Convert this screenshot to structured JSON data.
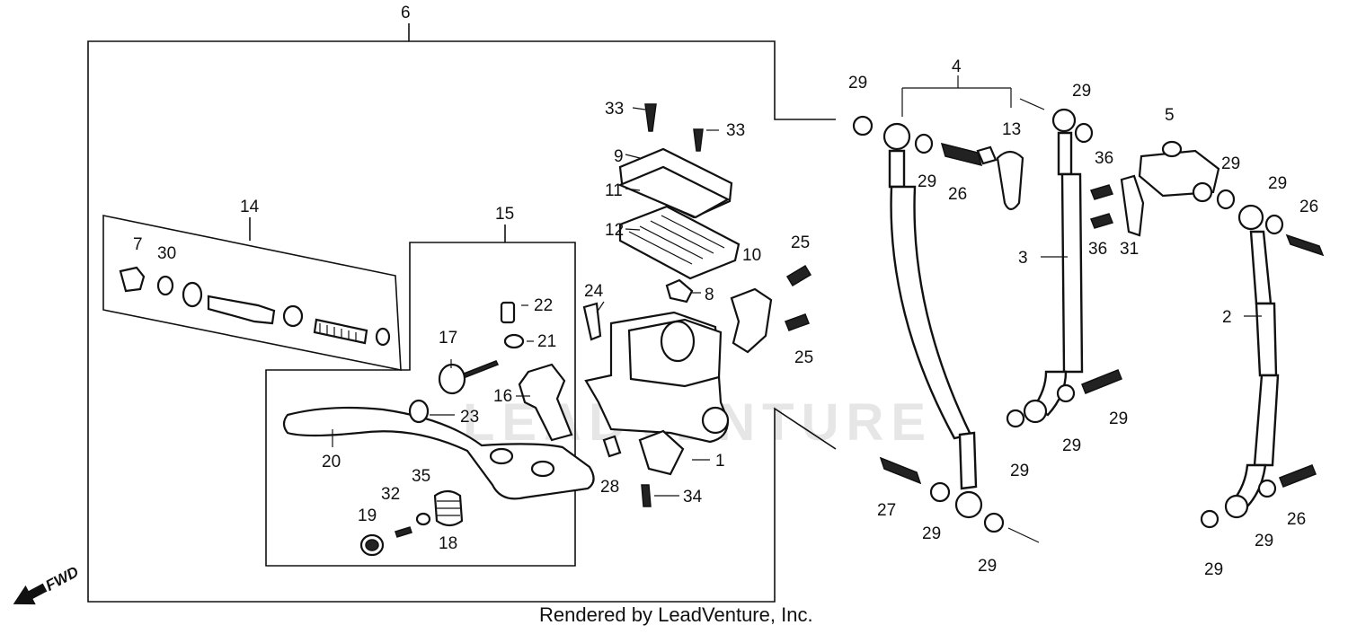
{
  "diagram": {
    "callouts": [
      "6",
      "14",
      "15",
      "7",
      "30",
      "22",
      "21",
      "17",
      "16",
      "23",
      "20",
      "19",
      "32",
      "35",
      "18",
      "33",
      "33",
      "9",
      "11",
      "12",
      "10",
      "8",
      "24",
      "25",
      "25",
      "28",
      "1",
      "34",
      "4",
      "13",
      "29",
      "29",
      "26",
      "29",
      "3",
      "29",
      "29",
      "29",
      "27",
      "29",
      "29",
      "5",
      "36",
      "36",
      "31",
      "29",
      "29",
      "26",
      "2",
      "26",
      "29",
      "29"
    ],
    "fwd_label": "FWD",
    "watermark": "LEADVENTURE",
    "footer": "Rendered by LeadVenture, Inc."
  }
}
